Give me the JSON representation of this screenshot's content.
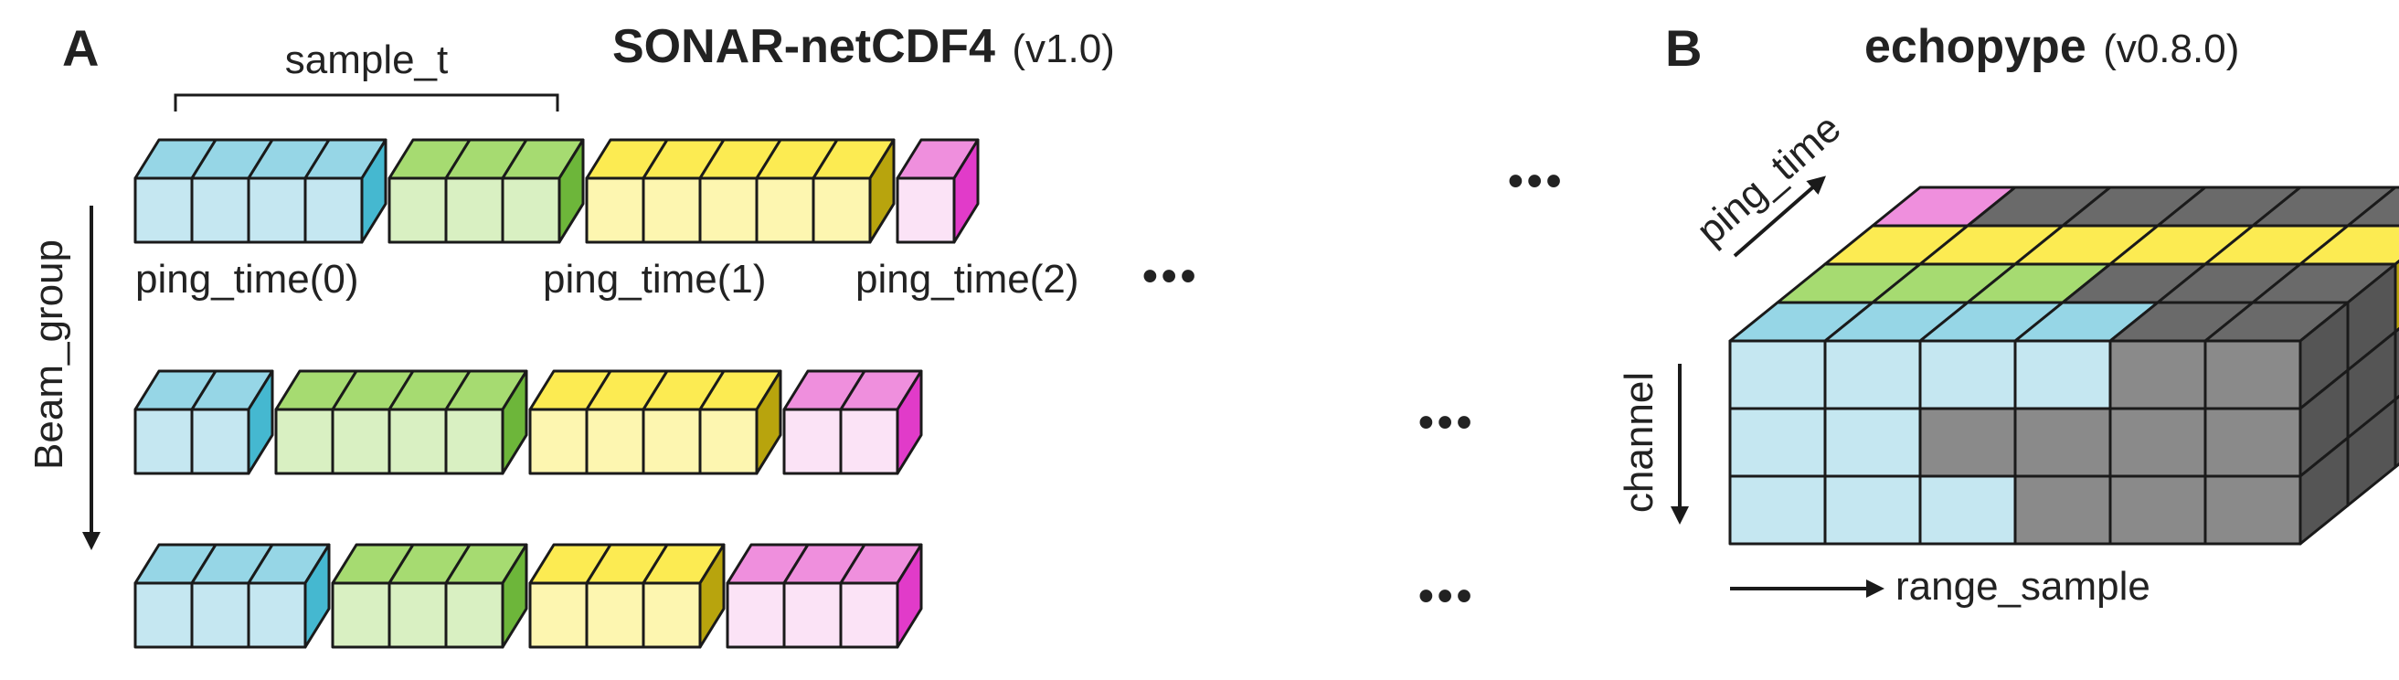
{
  "panel_a": {
    "letter": "A",
    "title": "SONAR-netCDF4",
    "version": "(v1.0)",
    "sample_axis_label": "sample_t",
    "beam_axis_label": "Beam_group",
    "ping_labels": [
      "ping_time(0)",
      "ping_time(1)",
      "ping_time(2)"
    ],
    "ellipsis": "•••",
    "rows": [
      [
        [
          "cyan",
          4
        ],
        [
          "green",
          3
        ],
        [
          "yellow",
          5
        ],
        [
          "magenta",
          1
        ]
      ],
      [
        [
          "cyan",
          2
        ],
        [
          "green",
          4
        ],
        [
          "yellow",
          4
        ],
        [
          "magenta",
          2
        ]
      ],
      [
        [
          "cyan",
          3
        ],
        [
          "green",
          3
        ],
        [
          "yellow",
          3
        ],
        [
          "magenta",
          3
        ]
      ]
    ]
  },
  "panel_b": {
    "letter": "B",
    "title": "echopype",
    "version": "(v0.8.0)",
    "axis_ping_time": "ping_time",
    "axis_channel": "channel",
    "axis_range_sample": "range_sample",
    "cube": {
      "range_samples": 6,
      "channels": 3,
      "pings": 4
    },
    "front_face_rows": [
      [
        "cyan",
        "cyan",
        "cyan",
        "cyan",
        "grey",
        "grey"
      ],
      [
        "cyan",
        "cyan",
        "grey",
        "grey",
        "grey",
        "grey"
      ],
      [
        "cyan",
        "cyan",
        "cyan",
        "grey",
        "grey",
        "grey"
      ]
    ],
    "top_face_rows": [
      [
        "cyan",
        "cyan",
        "cyan",
        "cyan",
        "grey",
        "grey"
      ],
      [
        "green",
        "green",
        "green",
        "grey",
        "grey",
        "grey"
      ],
      [
        "yellow",
        "yellow",
        "yellow",
        "yellow",
        "yellow",
        "yellow"
      ],
      [
        "magenta",
        "grey",
        "grey",
        "grey",
        "grey",
        "grey"
      ]
    ],
    "right_face_highlight": {
      "ping": 2,
      "channel": 0,
      "color": "yellow"
    }
  },
  "colors": {
    "cyan": {
      "front": "#c5e7f1",
      "top": "#96d6e6",
      "side": "#45b8d0"
    },
    "green": {
      "front": "#d9f0c2",
      "top": "#a6db71",
      "side": "#6db63a"
    },
    "yellow": {
      "front": "#fdf6b0",
      "top": "#fceb52",
      "side": "#b8a40d"
    },
    "magenta": {
      "front": "#fbe3f6",
      "top": "#ef8fdd",
      "side": "#e13bc9"
    },
    "grey": {
      "front": "#8a8a8a",
      "top": "#6a6a6a",
      "side": "#555555"
    },
    "outline": "#1a1a1a"
  }
}
